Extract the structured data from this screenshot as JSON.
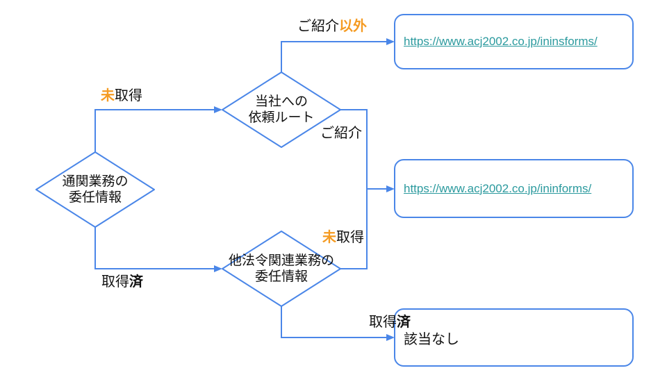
{
  "colors": {
    "connector_blue": "#4a86e8",
    "emphasis_orange": "#f59b22",
    "link_teal": "#2b9a9e",
    "text_black": "#111111",
    "background": "#ffffff"
  },
  "decisions": {
    "customs": {
      "line1": "通関業務の",
      "line2": "委任情報"
    },
    "route": {
      "line1": "当社への",
      "line2": "依頼ルート"
    },
    "other_laws": {
      "line1": "他法令関連業務の",
      "line2": "委任情報"
    }
  },
  "edge_labels": {
    "not_acquired_top": {
      "em": "未",
      "rest": "取得"
    },
    "not_referral": {
      "rest": "ご紹介",
      "em": "以外"
    },
    "referral": {
      "text": "ご紹介"
    },
    "not_acquired_bottom": {
      "em": "未",
      "rest": "取得"
    },
    "acquired_left": {
      "rest": "取得",
      "em": "済"
    },
    "acquired_bottom": {
      "rest": "取得",
      "em": "済"
    }
  },
  "results": {
    "ininsforms": {
      "url": "https://www.acj2002.co.jp/ininsforms/"
    },
    "ininforms": {
      "url": "https://www.acj2002.co.jp/ininforms/"
    },
    "none": {
      "text": "該当なし"
    }
  }
}
